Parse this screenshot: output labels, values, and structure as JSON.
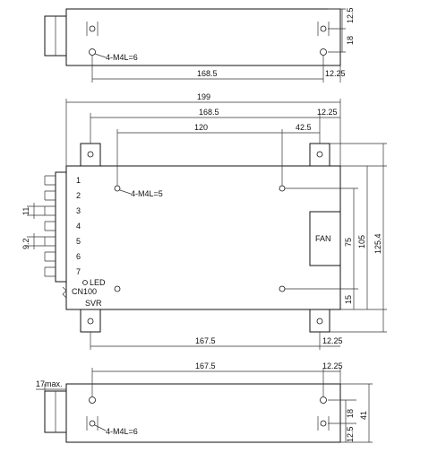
{
  "top_view": {
    "mount_label": "4-M4L=6",
    "dims": {
      "length": "168.5",
      "edge": "12.25",
      "v1": "12.5",
      "v2": "18"
    }
  },
  "front_view": {
    "dims": {
      "overall": "199",
      "span": "168.5",
      "edge_top": "12.25",
      "inner": "120",
      "offset": "42.5",
      "bottom": "167.5",
      "edge_bottom": "12.25",
      "h75": "75",
      "h105": "105",
      "h125": "125.4",
      "h15": "15",
      "pitch": "11",
      "pitch2": "9.2"
    },
    "mount_label": "4-M4L=5",
    "terminals": [
      "1",
      "2",
      "3",
      "4",
      "5",
      "6",
      "7"
    ],
    "fan_label": "FAN",
    "led_label": "LED",
    "connector_label": "CN100",
    "svr_label": "SVR"
  },
  "bottom_view": {
    "dims": {
      "length": "167.5",
      "edge": "12.25",
      "max": "17max.",
      "d41": "41",
      "d18": "18",
      "d125": "12.5"
    },
    "mount_label": "4-M4L=6"
  }
}
